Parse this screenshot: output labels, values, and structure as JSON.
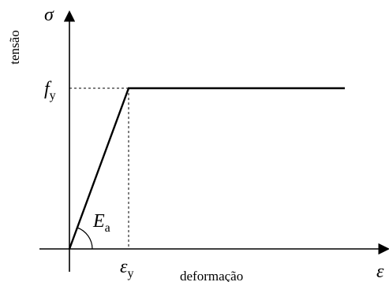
{
  "diagram": {
    "y_symbol": "σ",
    "y_label": "tensão",
    "x_symbol": "ε",
    "x_label": "deformação",
    "yield_stress": {
      "base": "f",
      "sub": "y"
    },
    "yield_strain": {
      "base": "ε",
      "sub": "y"
    },
    "modulus": {
      "base": "E",
      "sub": "a"
    }
  }
}
